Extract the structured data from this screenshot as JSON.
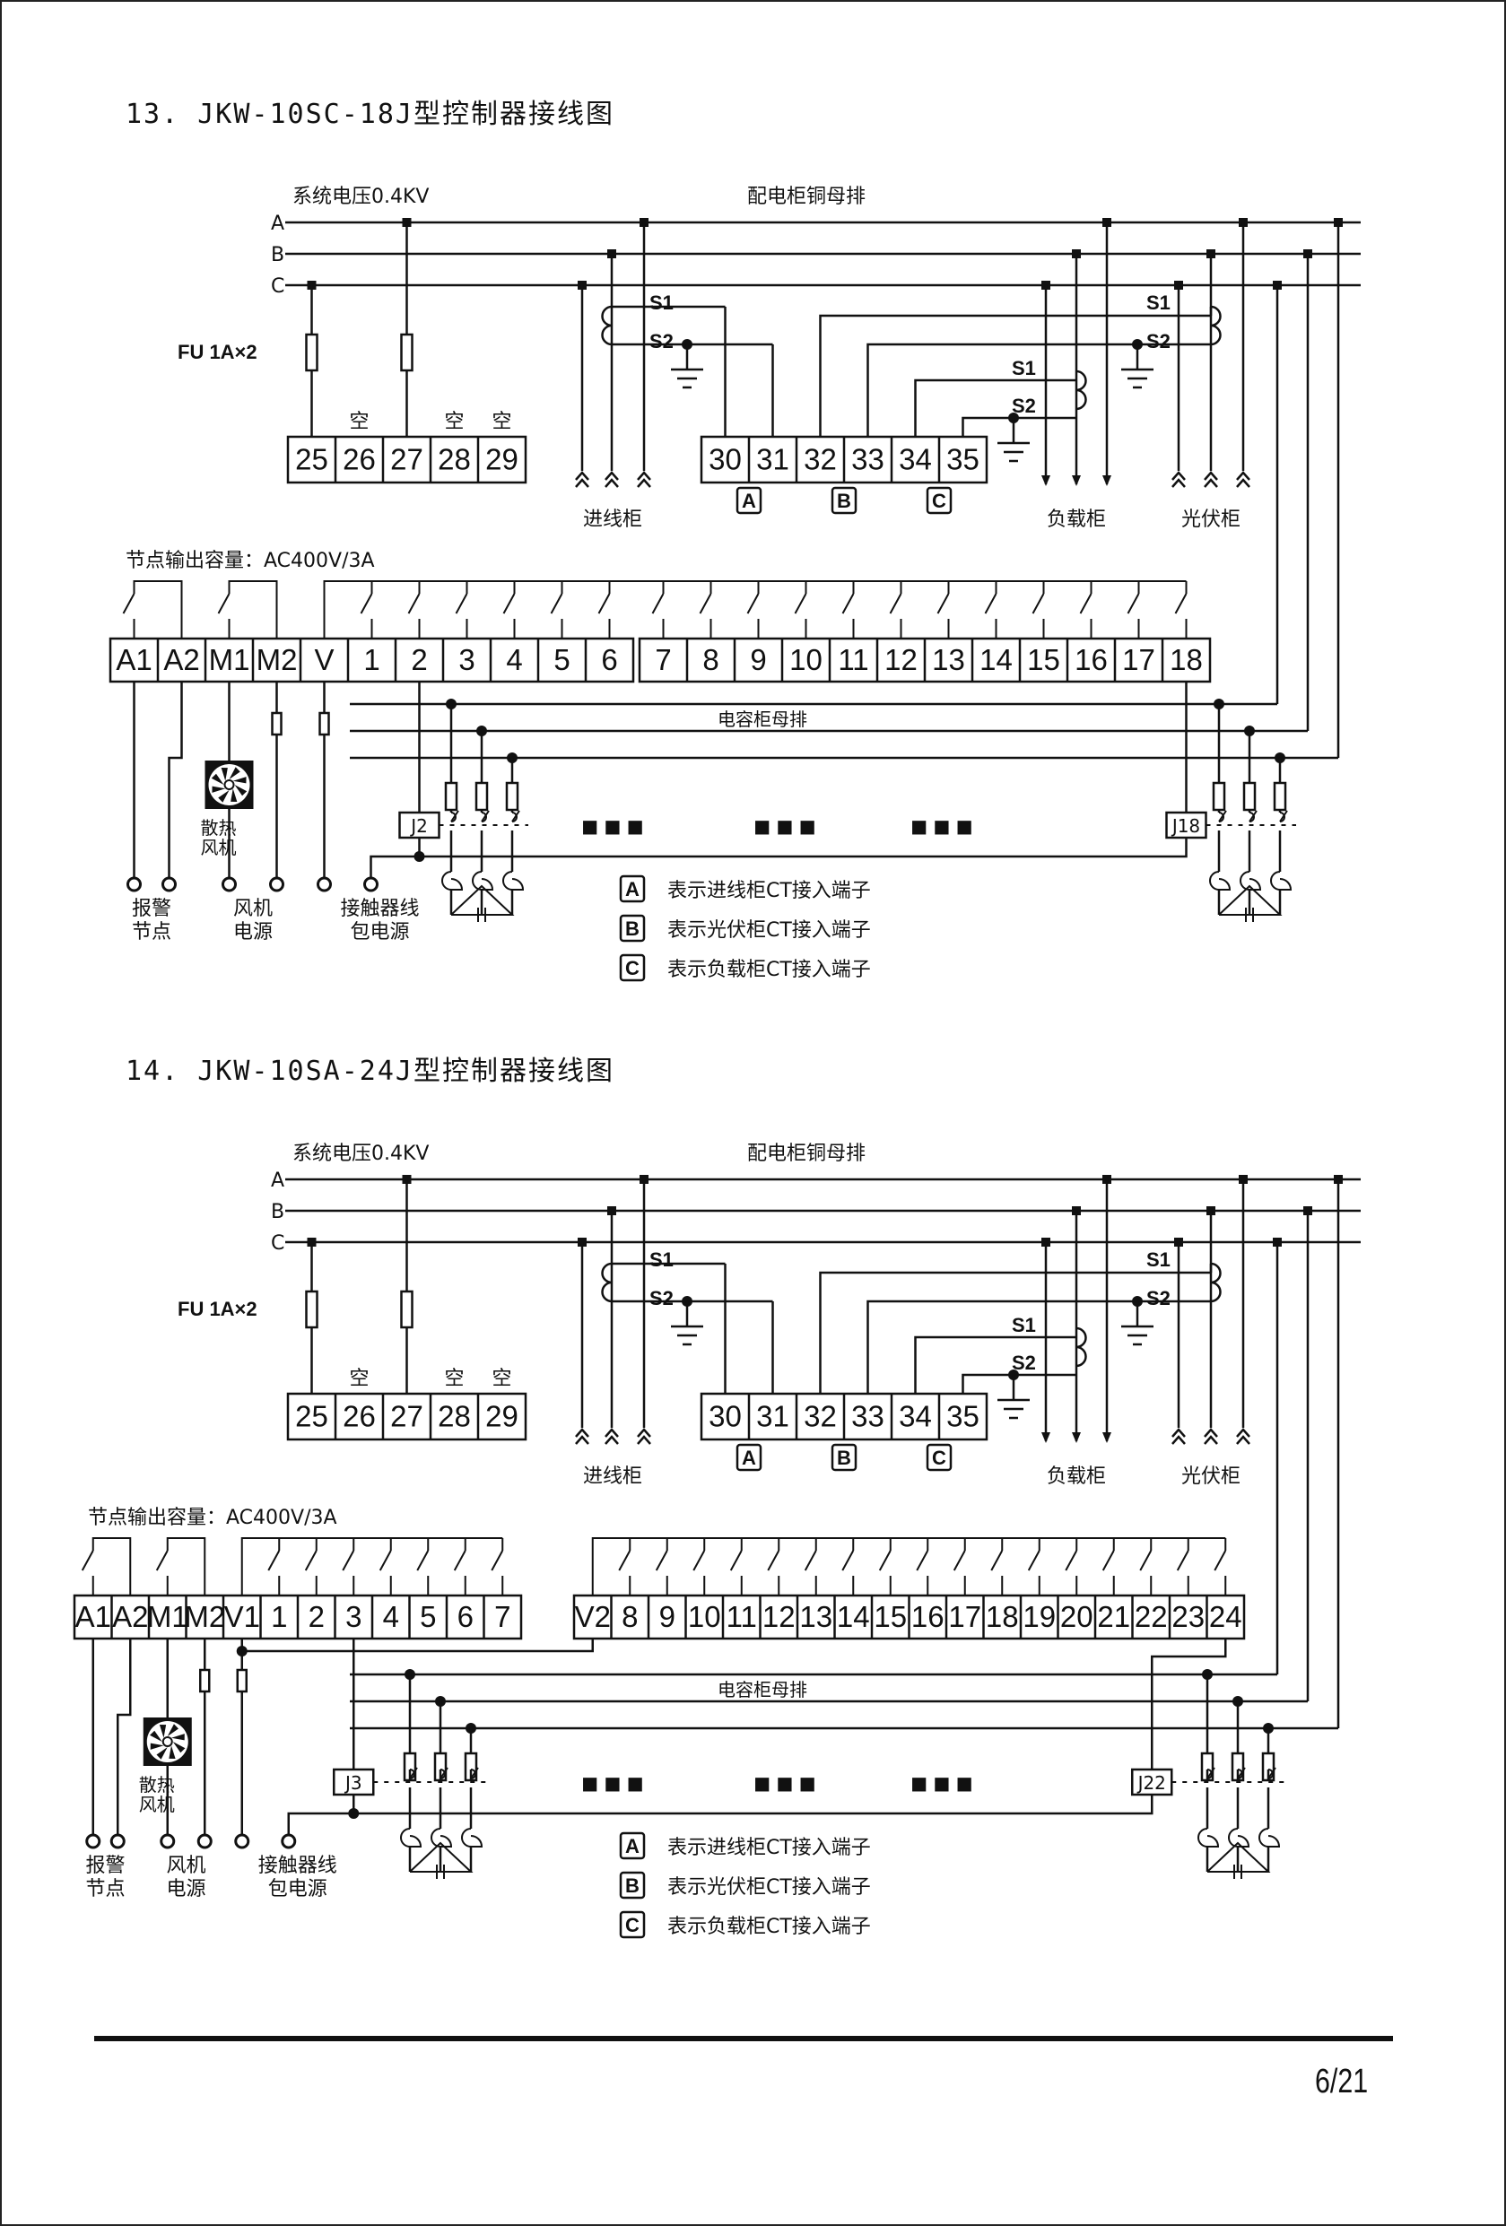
{
  "page": {
    "number": "6/21"
  },
  "common": {
    "system_voltage": "系统电压0.4KV",
    "busbar_title": "配电柜铜母排",
    "phases": [
      "A",
      "B",
      "C"
    ],
    "fuse_label": "FU 1A×2",
    "aux_terminals": [
      "25",
      "26",
      "27",
      "28",
      "29"
    ],
    "aux_empty_label": "空",
    "aux_empty_terminals": [
      "26",
      "28",
      "29"
    ],
    "ct_terminals": [
      "30",
      "31",
      "32",
      "33",
      "34",
      "35"
    ],
    "ct_group_tags": [
      "A",
      "B",
      "C"
    ],
    "s1": "S1",
    "s2": "S2",
    "incoming_cabinet": "进线柜",
    "load_cabinet": "负载柜",
    "pv_cabinet": "光伏柜",
    "contact_capacity": "节点输出容量：AC400V/3A",
    "cap_busbar": "电容柜母排",
    "fan_label_1": "散热",
    "fan_label_2": "风机",
    "bottom_labels": [
      {
        "l1": "报警",
        "l2": "节点"
      },
      {
        "l1": "风机",
        "l2": "电源"
      },
      {
        "l1": "接触器线",
        "l2": "包电源"
      }
    ],
    "ellipsis": "■ ■ ■",
    "legend": [
      {
        "tag": "A",
        "text": "表示进线柜CT接入端子"
      },
      {
        "tag": "B",
        "text": "表示光伏柜CT接入端子"
      },
      {
        "tag": "C",
        "text": "表示负载柜CT接入端子"
      }
    ]
  },
  "diagrams": [
    {
      "title": "13. JKW-10SC-18J型控制器接线图",
      "relay_groups": [
        [
          "A1",
          "A2",
          "M1",
          "M2",
          "V",
          "1",
          "2",
          "3",
          "4",
          "5",
          "6"
        ],
        [
          "7",
          "8",
          "9",
          "10",
          "11",
          "12",
          "13",
          "14",
          "15",
          "16",
          "17",
          "18"
        ]
      ],
      "first_contactor": "J2",
      "last_contactor": "J18"
    },
    {
      "title": "14. JKW-10SA-24J型控制器接线图",
      "relay_groups": [
        [
          "A1",
          "A2",
          "M1",
          "M2",
          "V1",
          "1",
          "2",
          "3",
          "4",
          "5",
          "6",
          "7"
        ],
        [
          "V2",
          "8",
          "9",
          "10",
          "11",
          "12",
          "13",
          "14",
          "15",
          "16",
          "17",
          "18",
          "19",
          "20",
          "21",
          "22",
          "23",
          "24"
        ]
      ],
      "first_contactor": "J3",
      "last_contactor": "J22"
    }
  ]
}
